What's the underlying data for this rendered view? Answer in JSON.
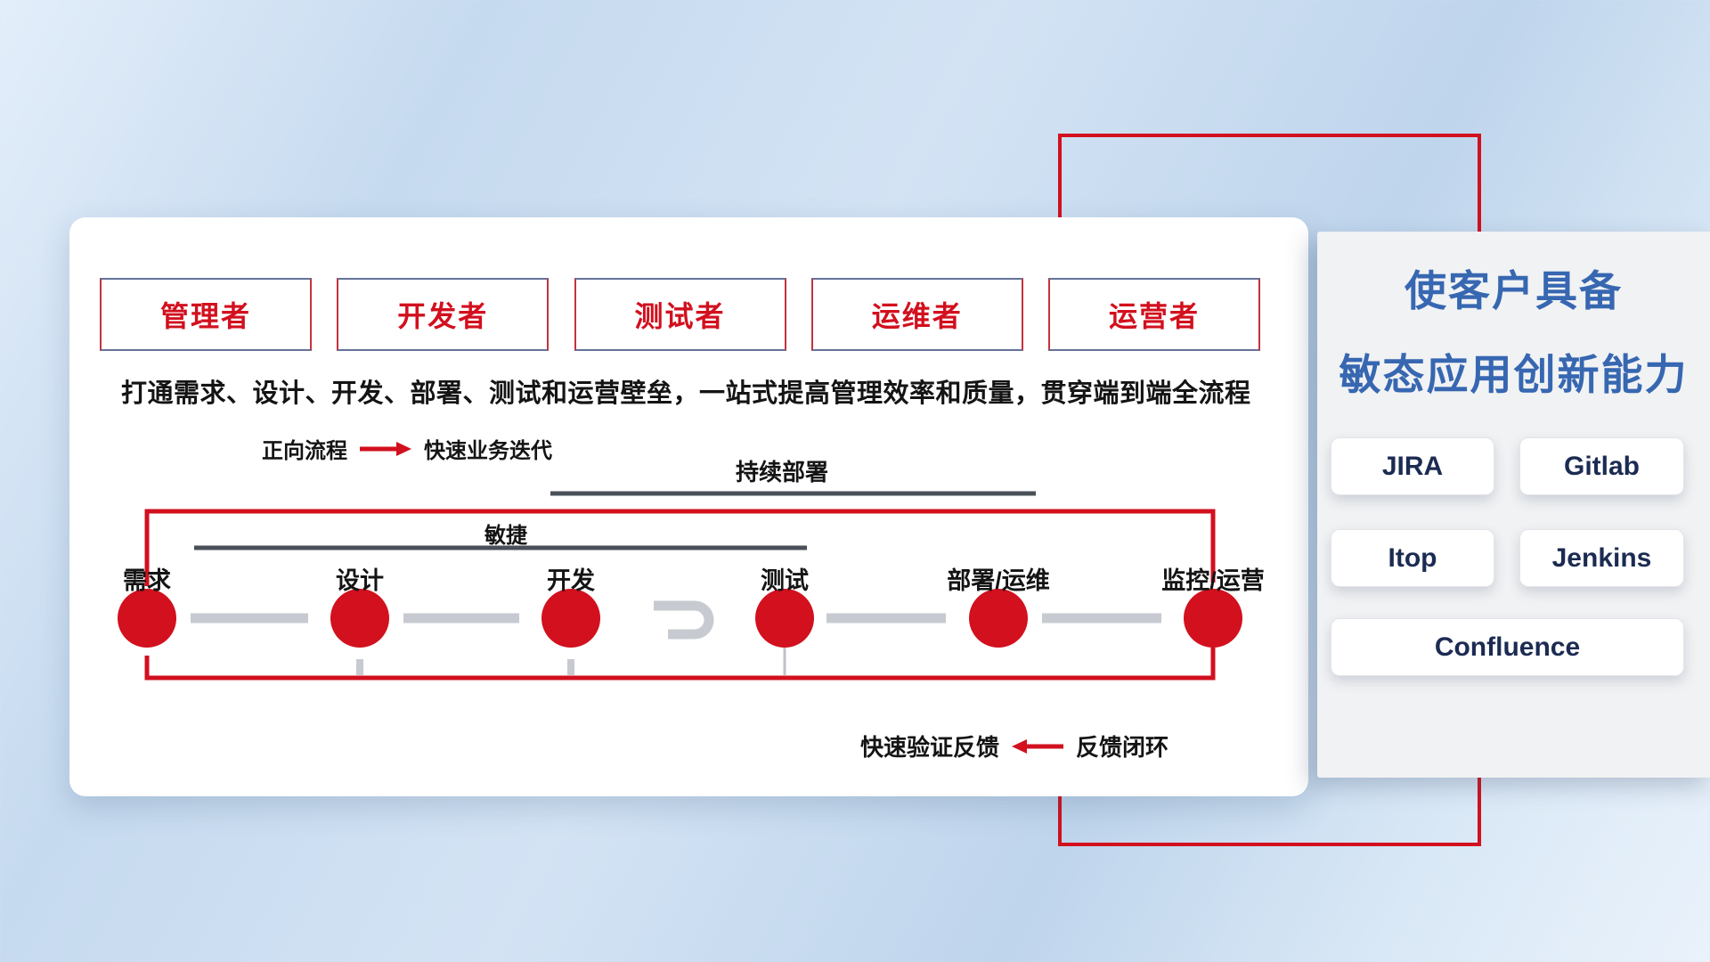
{
  "colors": {
    "accent_red": "#d2101e",
    "arrow_dark": "#4a5058",
    "arrow_gray": "#c7cad0",
    "title_blue": "#3767b1",
    "text_navy": "#1c2b52",
    "panel_bg": "#f1f2f4"
  },
  "card": {
    "roles": [
      "管理者",
      "开发者",
      "测试者",
      "运维者",
      "运营者"
    ],
    "subtitle": "打通需求、设计、开发、部署、测试和运营壁垒，一站式提高管理效率和质量，贯穿端到端全流程",
    "legend_forward": {
      "label": "正向流程",
      "desc": "快速业务迭代"
    },
    "arrows": {
      "continuous_deploy": "持续部署",
      "agile": "敏捷"
    },
    "stages": [
      "需求",
      "设计",
      "开发",
      "测试",
      "部署/运维",
      "监控/运营"
    ],
    "legend_feedback": {
      "label": "快速验证反馈",
      "desc": "反馈闭环"
    }
  },
  "side_panel": {
    "title_line1": "使客户具备",
    "title_line2": "敏态应用创新能力",
    "tools": [
      "JIRA",
      "Gitlab",
      "Itop",
      "Jenkins",
      "Confluence"
    ]
  }
}
